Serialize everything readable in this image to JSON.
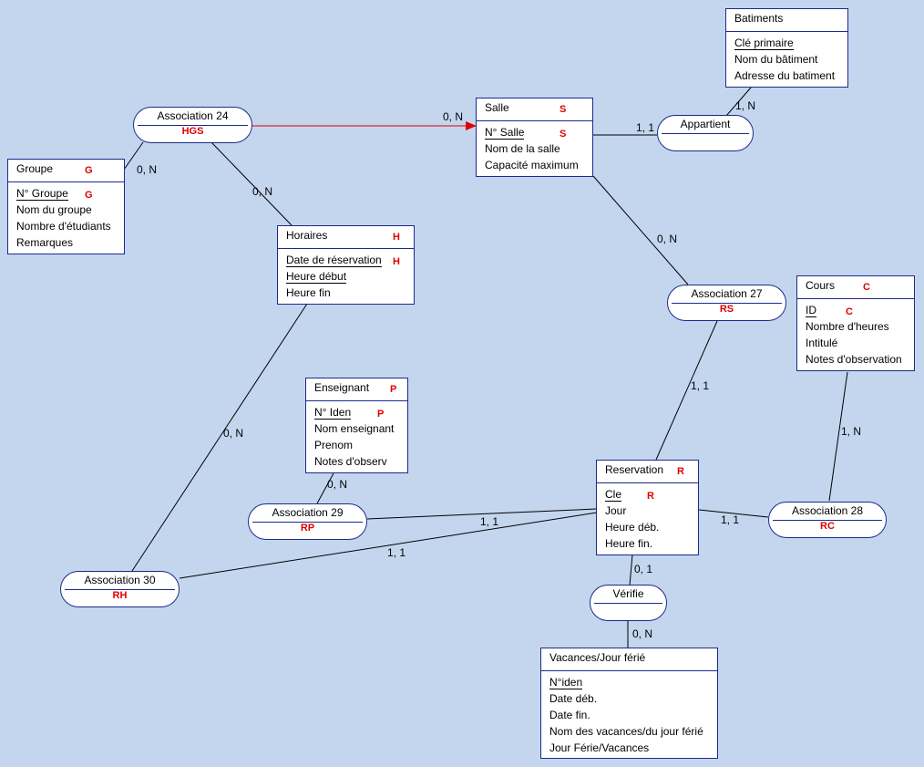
{
  "entities": {
    "batiments": {
      "name": "Batiments",
      "attrs": [
        "Clé primaire",
        "Nom du bâtiment",
        "Adresse du batiment"
      ]
    },
    "salle": {
      "name": "Salle",
      "tag": "S",
      "attrs": [
        "N° Salle",
        "Nom de la salle",
        "Capacité maximum"
      ],
      "key_tag": "S"
    },
    "groupe": {
      "name": "Groupe",
      "tag": "G",
      "attrs": [
        "N° Groupe",
        "Nom du groupe",
        "Nombre d'étudiants",
        "Remarques"
      ],
      "key_tag": "G"
    },
    "horaires": {
      "name": "Horaires",
      "tag": "H",
      "attrs": [
        "Date de réservation",
        "Heure début",
        "Heure fin"
      ],
      "key_tag": "H"
    },
    "cours": {
      "name": "Cours",
      "tag": "C",
      "attrs": [
        "ID",
        "Nombre d'heures",
        "Intitulé",
        "Notes d'observation"
      ],
      "key_tag": "C"
    },
    "enseignant": {
      "name": "Enseignant",
      "tag": "P",
      "attrs": [
        "N° Iden",
        "Nom enseignant",
        "Prenom",
        "Notes d'observ"
      ],
      "key_tag": "P"
    },
    "reservation": {
      "name": "Reservation",
      "tag": "R",
      "attrs": [
        "Cle",
        "Jour",
        "Heure déb.",
        "Heure fin."
      ],
      "key_tag": "R"
    },
    "vacances": {
      "name": "Vacances/Jour férié",
      "attrs": [
        "N°iden",
        "Date déb.",
        "Date fin.",
        "Nom des vacances/du jour férié",
        "Jour Férie/Vacances"
      ]
    }
  },
  "associations": {
    "assoc24": {
      "name": "Association 24",
      "code": "HGS"
    },
    "appartient": {
      "name": "Appartient",
      "code": ""
    },
    "assoc27": {
      "name": "Association 27",
      "code": "RS"
    },
    "assoc28": {
      "name": "Association 28",
      "code": "RC"
    },
    "assoc29": {
      "name": "Association 29",
      "code": "RP"
    },
    "assoc30": {
      "name": "Association 30",
      "code": "RH"
    },
    "verifie": {
      "name": "Vérifie",
      "code": ""
    }
  },
  "cardinalities": {
    "a24_salle": "0, N",
    "a24_groupe": "0, N",
    "a24_horaires": "0, N",
    "salle_appartient": "1, 1",
    "bat_appartient": "1, N",
    "salle_a27": "0, N",
    "a27_res": "1, 1",
    "cours_a28": "1, N",
    "a28_res": "1, 1",
    "ens_a29": "0, N",
    "a29_res": "1, 1",
    "a30_horaires": "0, N",
    "a30_res": "1, 1",
    "res_verifie": "0, 1",
    "vac_verifie": "0, N"
  },
  "colors": {
    "background": "#c3d6ee",
    "border": "#1d2a8c",
    "key_tag": "#e00000",
    "highlight_link": "#e00000"
  }
}
